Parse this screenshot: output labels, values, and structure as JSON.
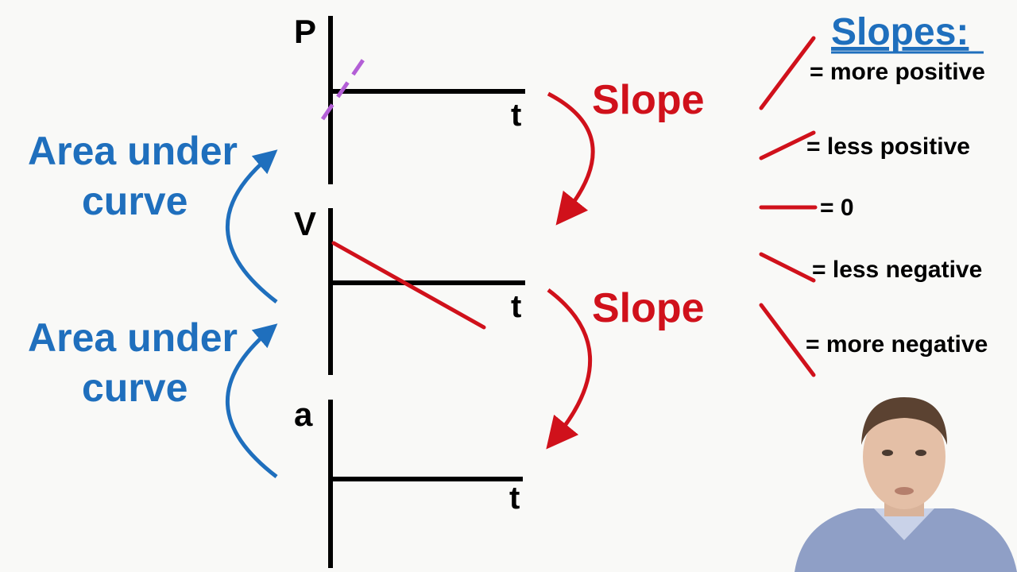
{
  "colors": {
    "slope": "#d0111b",
    "area": "#1f6fbd",
    "tangent": "#b35fd6",
    "axes": "#000000",
    "background": "#f9f9f7"
  },
  "graphs": {
    "position": {
      "ylabel": "P",
      "xlabel": "t"
    },
    "velocity": {
      "ylabel": "V",
      "xlabel": "t"
    },
    "acceleration": {
      "ylabel": "a",
      "xlabel": "t"
    }
  },
  "slope_arrows": [
    {
      "label": "Slope"
    },
    {
      "label": "Slope"
    }
  ],
  "area_arrows": [
    {
      "line1": "Area under",
      "line2": "curve"
    },
    {
      "line1": "Area under",
      "line2": "curve"
    }
  ],
  "legend": {
    "title": "Slopes:",
    "items": [
      {
        "label": "= more positive"
      },
      {
        "label": "= less positive"
      },
      {
        "label": "= 0"
      },
      {
        "label": "= less negative"
      },
      {
        "label": "= more negative"
      }
    ]
  },
  "presenter": {
    "icon": "presenter-video"
  }
}
